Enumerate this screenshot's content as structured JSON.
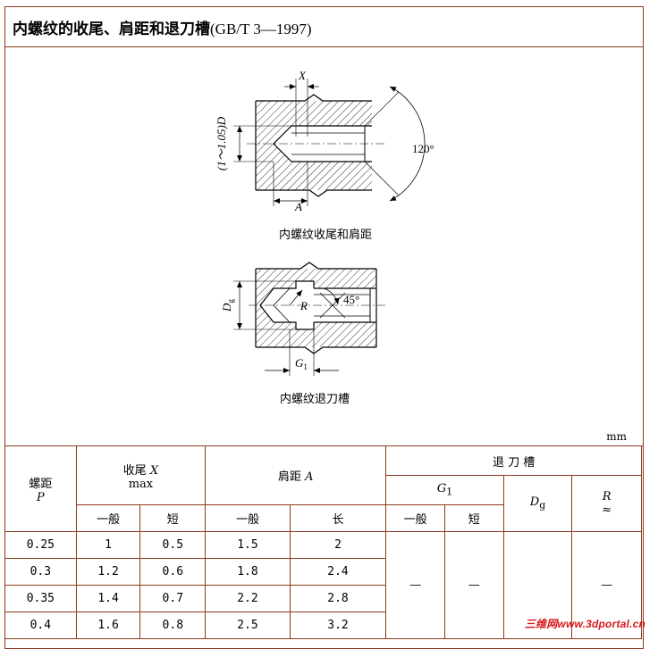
{
  "title": {
    "main": "内螺纹的收尾、肩距和退刀槽",
    "standard": "(GB/T 3—1997)"
  },
  "figure1": {
    "caption": "内螺纹收尾和肩距",
    "label_x": "X",
    "label_a": "A",
    "label_d": "(1～1.05)D",
    "label_angle": "120°"
  },
  "figure2": {
    "caption": "内螺纹退刀槽",
    "label_dg_main": "D",
    "label_dg_sub": "g",
    "label_r": "R",
    "label_angle": "45°",
    "label_g1_main": "G",
    "label_g1_sub": "1"
  },
  "unit": "mm",
  "table": {
    "header": {
      "pitch_label": "螺距",
      "pitch_symbol": "P",
      "runout_label": "收尾",
      "runout_symbol": "X",
      "runout_max": "max",
      "shoulder_label": "肩距",
      "shoulder_symbol": "A",
      "undercut": "退 刀 槽",
      "g1_main": "G",
      "g1_sub": "1",
      "dg_main": "D",
      "dg_sub": "g",
      "r_symbol": "R",
      "r_approx": "≈",
      "normal": "一般",
      "short": "短",
      "long": "长"
    },
    "rows": [
      {
        "p": "0.25",
        "x_normal": "1",
        "x_short": "0.5",
        "a_normal": "1.5",
        "a_long": "2"
      },
      {
        "p": "0.3",
        "x_normal": "1.2",
        "x_short": "0.6",
        "a_normal": "1.8",
        "a_long": "2.4"
      },
      {
        "p": "0.35",
        "x_normal": "1.4",
        "x_short": "0.7",
        "a_normal": "2.2",
        "a_long": "2.8"
      },
      {
        "p": "0.4",
        "x_normal": "1.6",
        "x_short": "0.8",
        "a_normal": "2.5",
        "a_long": "3.2"
      }
    ],
    "dash": "—"
  },
  "watermark": "三维网www.3dportal.cn"
}
